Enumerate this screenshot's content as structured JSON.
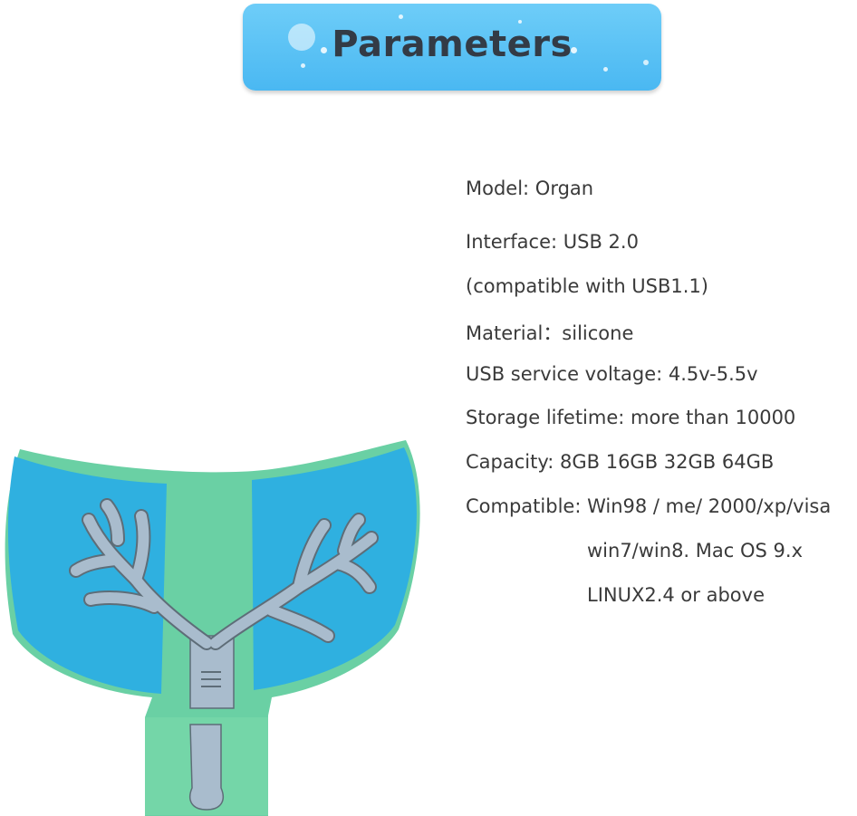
{
  "banner": {
    "title": "Parameters",
    "background_color": "#4ab8f2"
  },
  "specs": [
    "Model: Organ",
    "Interface:  USB 2.0",
    "(compatible with USB1.1)",
    "Material：silicone",
    "USB service voltage:  4.5v-5.5v",
    "Storage lifetime:  more than 10000",
    "Capacity:   8GB  16GB  32GB  64GB",
    "Compatible:  Win98 / me/ 2000/xp/visa",
    "win7/win8. Mac OS 9.x",
    "LINUX2.4 or above"
  ],
  "product": {
    "icon": "lung-usb-drive-icon",
    "colors": {
      "lobes": "#2fb0e0",
      "body": "#6ad0a4",
      "bronchi": "#a9bccd"
    }
  }
}
